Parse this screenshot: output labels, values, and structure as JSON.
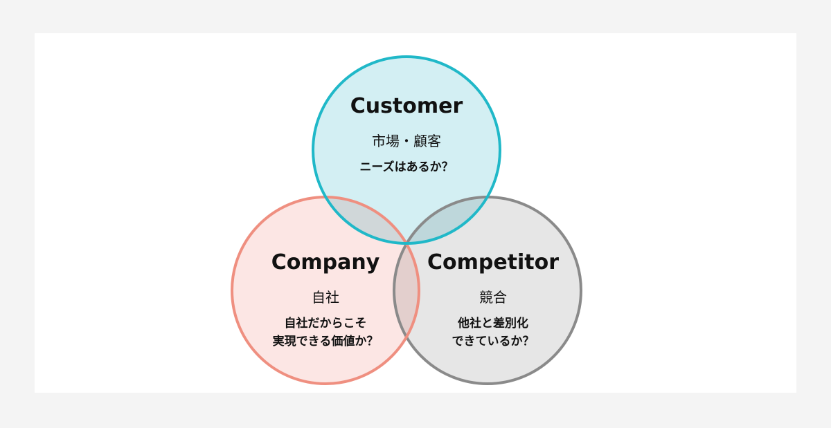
{
  "colors": {
    "customer": "#20b8c8",
    "customer_fill": "#d3eff3",
    "company": "#ef8f80",
    "company_fill": "#fce6e4",
    "competitor": "#8a8a8a",
    "competitor_fill": "#e6e6e6"
  },
  "customer": {
    "title": "Customer",
    "subtitle": "市場・顧客",
    "question": "ニーズはあるか？"
  },
  "company": {
    "title": "Company",
    "subtitle": "自社",
    "question_line1": "自社だからこそ",
    "question_line2": "実現できる価値か？"
  },
  "competitor": {
    "title": "Competitor",
    "subtitle": "競合",
    "question_line1": "他社と差別化",
    "question_line2": "できているか？"
  }
}
